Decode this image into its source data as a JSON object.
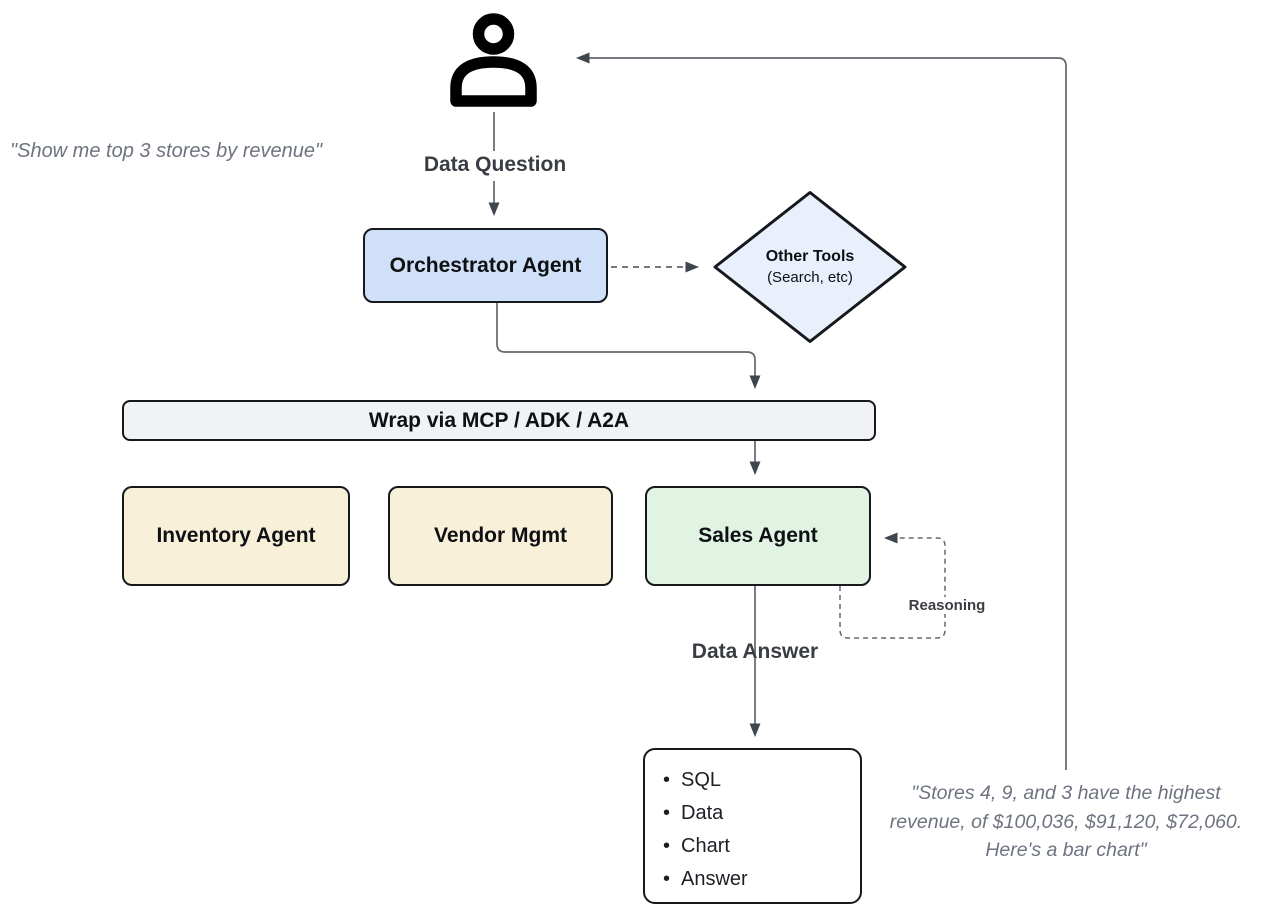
{
  "colors": {
    "canvas_bg": "#ffffff",
    "node_border": "#15181c",
    "connector": "#63686f",
    "arrowhead": "#40464e",
    "orchestrator_fill": "#cfe0f8",
    "diamond_fill": "#e9effb",
    "bar_fill": "#f1f2f3",
    "agent_yellow_fill": "#f9f0d9",
    "sales_fill": "#e1f3e3",
    "output_fill": "#ffffff",
    "label_color": "#3a3e44",
    "quote_color": "#6e7380",
    "node_text": "#0e1013"
  },
  "annotations": {
    "left_quote": "\"Show me top 3 stores by revenue\"",
    "right_quote": "\"Stores 4, 9, and 3 have the highest\nrevenue, of $100,036, $91,120, $72,060.\nHere's a bar chart\""
  },
  "labels": {
    "data_question": "Data Question",
    "data_answer": "Data Answer",
    "reasoning": "Reasoning"
  },
  "nodes": {
    "orchestrator": {
      "label": "Orchestrator Agent"
    },
    "other_tools": {
      "title": "Other Tools",
      "subtitle": "(Search, etc)"
    },
    "wrap_bar": {
      "label": "Wrap via MCP / ADK / A2A"
    },
    "inventory": {
      "label": "Inventory Agent"
    },
    "vendor": {
      "label": "Vendor Mgmt"
    },
    "sales": {
      "label": "Sales Agent"
    },
    "output": {
      "items": [
        "SQL",
        "Data",
        "Chart",
        "Answer"
      ]
    }
  }
}
